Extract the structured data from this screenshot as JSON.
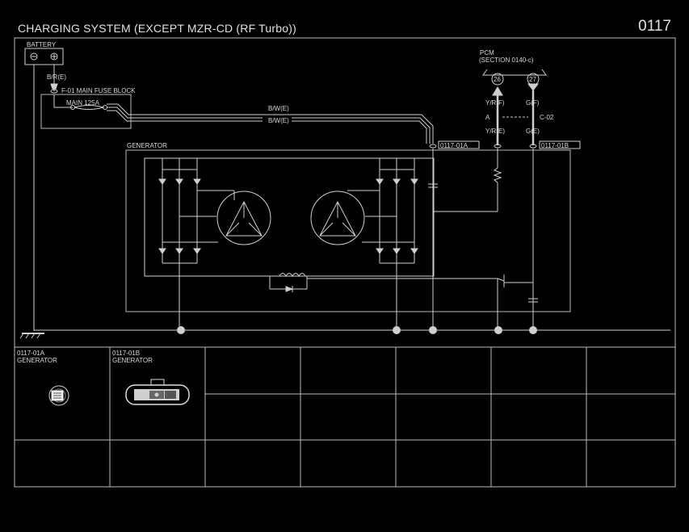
{
  "page": {
    "title": "CHARGING SYSTEM (EXCEPT MZR-CD (RF Turbo))",
    "number": "0117"
  },
  "components": {
    "battery": "BATTERY",
    "fuse_block": "F-01 MAIN FUSE BLOCK",
    "fuse": "MAIN 125A",
    "pcm": "PCM",
    "pcm_section": "(SECTION 0140-c)",
    "generator": "GENERATOR"
  },
  "wires": {
    "battery_out": "B/R(E)",
    "bw1": "B/W(E)",
    "bw2": "B/W(E)",
    "yr_f": "Y/R(F)",
    "g_f": "G(F)",
    "yr_e": "Y/R(E)",
    "g_e": "G(E)"
  },
  "terminals": {
    "t26": "26",
    "t27": "27",
    "pin_a": "A",
    "joint": "C-02"
  },
  "connectors": {
    "c01a": "0117-01A",
    "c01b": "0117-01B"
  },
  "connector_table": [
    {
      "code": "0117-01A",
      "name": "GENERATOR"
    },
    {
      "code": "0117-01B",
      "name": "GENERATOR"
    }
  ]
}
